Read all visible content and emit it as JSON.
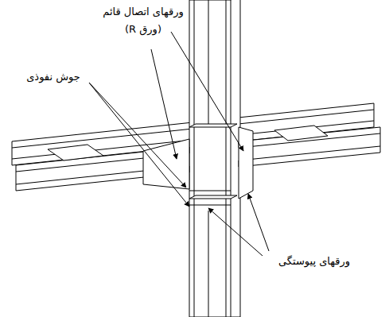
{
  "diagram": {
    "labels": [
      "ورقهای اتصال قائم (ورق R)",
      "جوش نفوذی",
      "ورقهای پیوستگی"
    ]
  }
}
